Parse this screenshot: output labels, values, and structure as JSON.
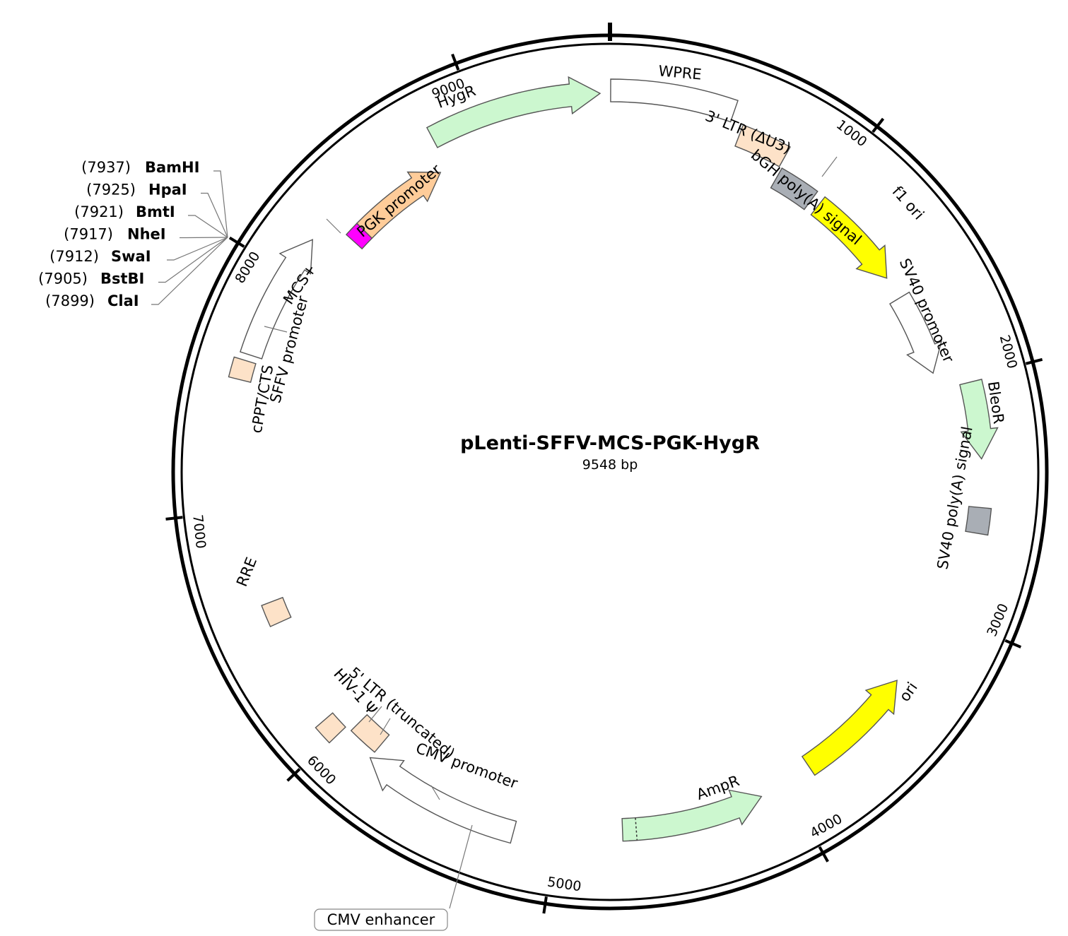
{
  "plasmid": {
    "name": "pLenti-SFFV-MCS-PGK-HygR",
    "length_label": "9548 bp",
    "total_bp": 9548
  },
  "ticks": [
    {
      "bp": 1000,
      "label": "1000"
    },
    {
      "bp": 2000,
      "label": "2000"
    },
    {
      "bp": 3000,
      "label": "3000"
    },
    {
      "bp": 4000,
      "label": "4000"
    },
    {
      "bp": 5000,
      "label": "5000"
    },
    {
      "bp": 6000,
      "label": "6000"
    },
    {
      "bp": 7000,
      "label": "7000"
    },
    {
      "bp": 8000,
      "label": "8000"
    },
    {
      "bp": 9000,
      "label": "9000"
    }
  ],
  "features": [
    {
      "id": "wpre",
      "label": "WPRE",
      "type": "box",
      "color": "#ffffff"
    },
    {
      "id": "ltr3",
      "label": "3' LTR (ΔU3)",
      "type": "box",
      "color": "#fde2c8"
    },
    {
      "id": "bgh",
      "label": "bGH poly(A) signal",
      "type": "box",
      "color": "#a9aeb5"
    },
    {
      "id": "f1ori",
      "label": "f1 ori",
      "type": "arrow",
      "color": "#ffff00"
    },
    {
      "id": "sv40p",
      "label": "SV40 promoter",
      "type": "arrow",
      "color": "#ffffff"
    },
    {
      "id": "bleor",
      "label": "BleoR",
      "type": "arrow",
      "color": "#ccf7cf"
    },
    {
      "id": "sv40pa",
      "label": "SV40 poly(A) signal",
      "type": "box",
      "color": "#a9aeb5"
    },
    {
      "id": "ori",
      "label": "ori",
      "type": "arrow",
      "color": "#ffff00"
    },
    {
      "id": "ampr",
      "label": "AmpR",
      "type": "arrow",
      "color": "#ccf7cf"
    },
    {
      "id": "cmvp",
      "label": "CMV promoter",
      "type": "arrow",
      "color": "#ffffff"
    },
    {
      "id": "cmve",
      "label": "CMV enhancer",
      "type": "box",
      "color": "#ffffff"
    },
    {
      "id": "ltr5",
      "label": "5' LTR (truncated)",
      "type": "box",
      "color": "#fde2c8"
    },
    {
      "id": "psi",
      "label": "HIV-1 Ψ",
      "type": "box",
      "color": "#fde2c8"
    },
    {
      "id": "rre",
      "label": "RRE",
      "type": "box",
      "color": "#fde2c8"
    },
    {
      "id": "cppt",
      "label": "cPPT/CTS",
      "type": "box",
      "color": "#fde2c8"
    },
    {
      "id": "sffv",
      "label": "SFFV promoter",
      "type": "arrow",
      "color": "#ffffff"
    },
    {
      "id": "mcs",
      "label": "MCS+",
      "type": "box",
      "color": "#ff00ff"
    },
    {
      "id": "pgk",
      "label": "PGK promoter",
      "type": "arrow",
      "color": "#ffcc99"
    },
    {
      "id": "hygr",
      "label": "HygR",
      "type": "arrow",
      "color": "#ccf7cf"
    }
  ],
  "restriction_sites": [
    {
      "name": "BamHI",
      "position": "(7937)"
    },
    {
      "name": "HpaI",
      "position": "(7925)"
    },
    {
      "name": "BmtI",
      "position": "(7921)"
    },
    {
      "name": "NheI",
      "position": "(7917)"
    },
    {
      "name": "SwaI",
      "position": "(7912)"
    },
    {
      "name": "BstBI",
      "position": "(7905)"
    },
    {
      "name": "ClaI",
      "position": "(7899)"
    }
  ]
}
